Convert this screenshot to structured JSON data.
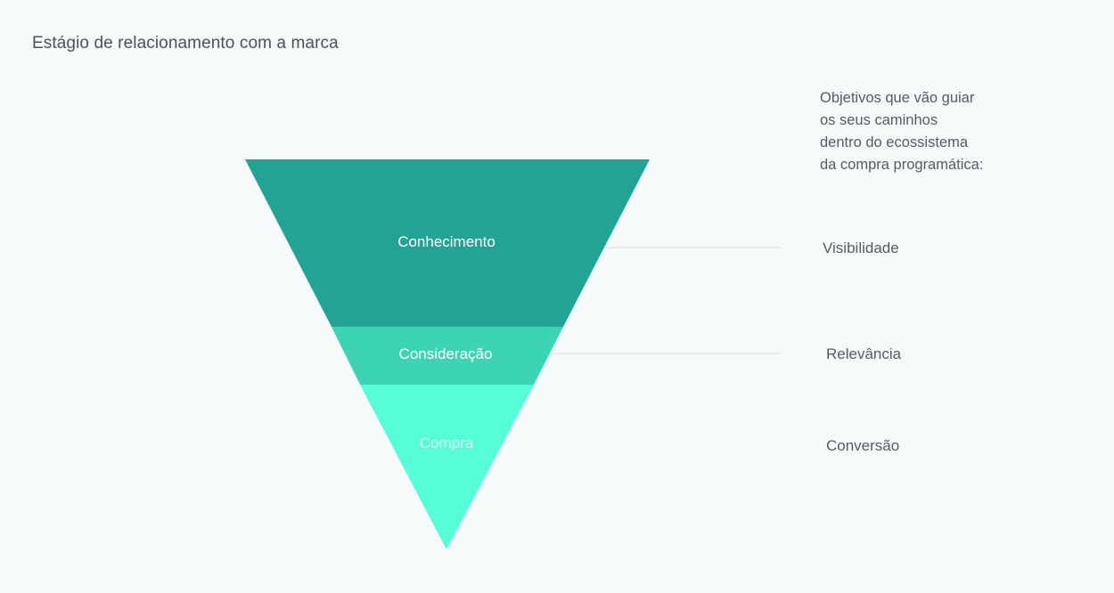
{
  "title": "Estágio de relacionamento com a marca",
  "objectives_heading": [
    "Objetivos que vão guiar",
    "os seus caminhos",
    "dentro do ecossistema",
    "da compra programática:"
  ],
  "stages": [
    {
      "label": "Conhecimento",
      "objective": "Visibilidade",
      "color": "#22a394"
    },
    {
      "label": "Consideração",
      "objective": "Relevância",
      "color": "#3dd4b5"
    },
    {
      "label": "Compra",
      "objective": "Conversão",
      "color": "#56ffd6"
    }
  ],
  "colors": {
    "background": "#f6fafb",
    "connector": "#cfe3e0"
  }
}
